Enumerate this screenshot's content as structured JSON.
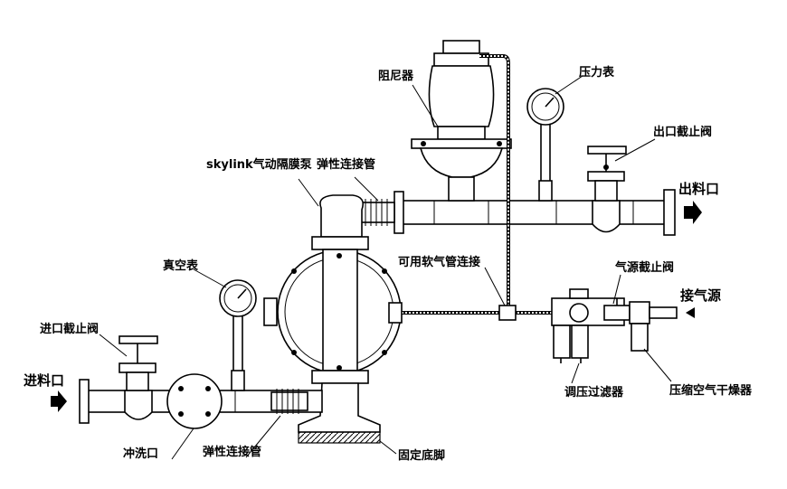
{
  "labels": {
    "damper": "阻尼器",
    "pressure_gauge": "压力表",
    "outlet_valve": "出口截止阀",
    "pump": "skylink气动隔膜泵",
    "elastic_top": "弹性连接管",
    "outlet": "出料口",
    "soft_pipe": "可用软气管连接",
    "air_valve": "气源截止阀",
    "air_source": "接气源",
    "vacuum_gauge": "真空表",
    "inlet_valve": "进口截止阀",
    "inlet": "进料口",
    "regulator": "调压过滤器",
    "dryer": "压缩空气干燥器",
    "flush": "冲洗口",
    "elastic_bottom": "弹性连接管",
    "base": "固定底脚"
  }
}
